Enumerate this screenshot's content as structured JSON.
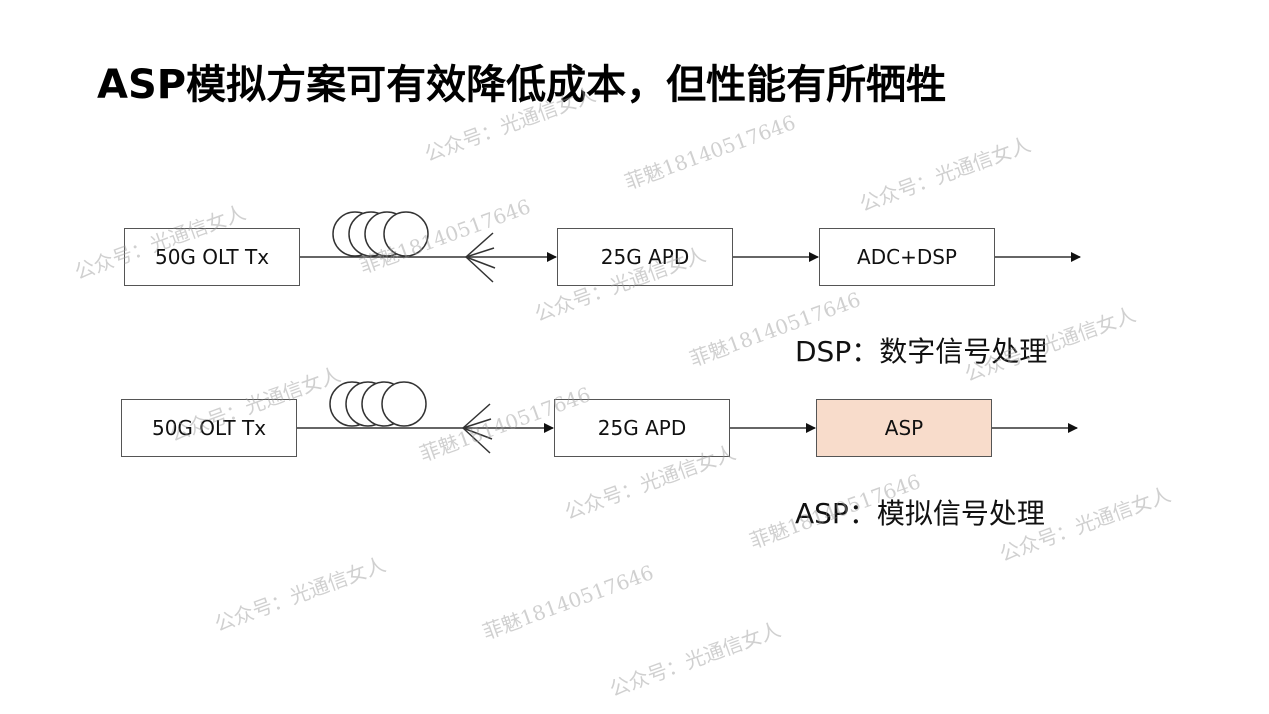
{
  "title": "ASP模拟方案可有效降低成本，但性能有所牺牲",
  "row1": {
    "tx": "50G OLT Tx",
    "apd": "25G APD",
    "proc": "ADC+DSP"
  },
  "row2": {
    "tx": "50G OLT Tx",
    "apd": "25G APD",
    "proc": "ASP"
  },
  "notes": {
    "dsp": "DSP：数字信号处理",
    "asp": "ASP：模拟信号处理"
  },
  "colors": {
    "asp_fill": "#f8dccb",
    "line": "#333333"
  },
  "watermarks": {
    "account": "公众号：光通信女人",
    "contact": "菲魅18140517646"
  }
}
